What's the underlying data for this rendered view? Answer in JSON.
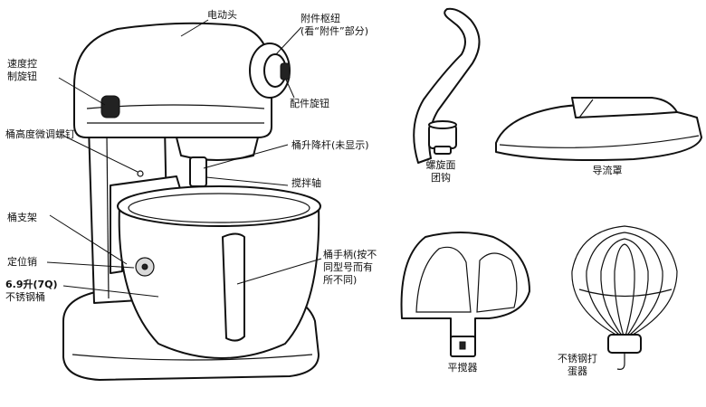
{
  "labels": {
    "motor_head": "电动头",
    "attachment_hub_line1": "附件枢纽",
    "attachment_hub_line2": "(看“附件”部分)",
    "attachment_knob": "配件旋钮",
    "speed_control_line1": "速度控",
    "speed_control_line2": "制旋钮",
    "bowl_height_screw": "桶高度微调螺钉",
    "bowl_lift_lever": "桶升降杆(未显示)",
    "beater_shaft": "搅拌轴",
    "bowl_support": "桶支架",
    "locating_pin": "定位销",
    "bowl_line1": "6.9升(7Q)",
    "bowl_line2": "不锈钢桶",
    "bowl_handle_line1": "桶手柄(按不",
    "bowl_handle_line2": "同型号而有",
    "bowl_handle_line3": "所不同)"
  },
  "accessories": {
    "dough_hook_line1": "螺旋面",
    "dough_hook_line2": "团钩",
    "pouring_shield": "导流罩",
    "flat_beater": "平搅器",
    "whip_line1": "不锈钢打",
    "whip_line2": "蛋器"
  }
}
